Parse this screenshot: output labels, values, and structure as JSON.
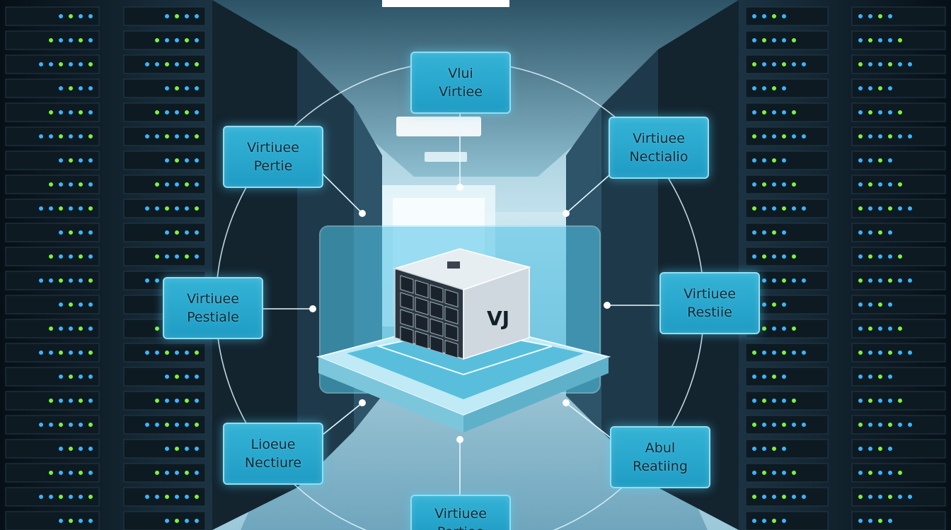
{
  "nodes": {
    "top": {
      "line1": "Vlui",
      "line2": "Virtiee"
    },
    "upper_left": {
      "line1": "Virtiuee",
      "line2": "Pertie"
    },
    "upper_right": {
      "line1": "Virtiuee",
      "line2": "Nectialio"
    },
    "left": {
      "line1": "Virtiuee",
      "line2": "Pestiale"
    },
    "right": {
      "line1": "Virtiuee",
      "line2": "Restiie"
    },
    "lower_left": {
      "line1": "Lioeue",
      "line2": "Nectiure"
    },
    "lower_right": {
      "line1": "Abul",
      "line2": "Reatiing"
    },
    "bottom": {
      "line1": "Virtiuee",
      "line2": "Pertiee"
    }
  },
  "center_logo": "VJ",
  "colors": {
    "node_fill": "#2aa8cf",
    "node_border": "#8fe0f5",
    "connector": "#dff6ff",
    "server_rack": "#111d26",
    "server_led_blue": "#38b6ff",
    "server_led_green": "#7cf23a"
  },
  "icons": {
    "center": "server-cube-icon"
  }
}
